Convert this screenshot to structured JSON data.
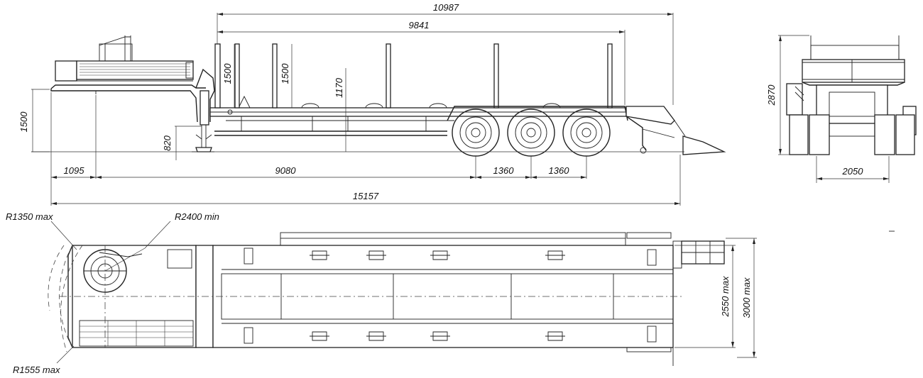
{
  "side_view": {
    "dimensions": {
      "overall_platform": "10987",
      "deck_length": "9841",
      "stake_height_front": "1500",
      "stake_height": "1500",
      "deck_height_to_stake": "1170",
      "gooseneck_height": "1500",
      "support_leg_height": "820",
      "front_overhang": "1095",
      "wheelbase": "9080",
      "axle_spacing_1": "1360",
      "axle_spacing_2": "1360",
      "overall_length": "15157"
    }
  },
  "rear_view": {
    "dimensions": {
      "overall_height": "2870",
      "track_width": "2050"
    }
  },
  "top_view": {
    "dimensions": {
      "front_swing_radius": "R1350 max",
      "turning_radius": "R2400 min",
      "corner_radius": "R1555 max",
      "deck_width": "2550 max",
      "overall_width": "3000 max"
    }
  }
}
